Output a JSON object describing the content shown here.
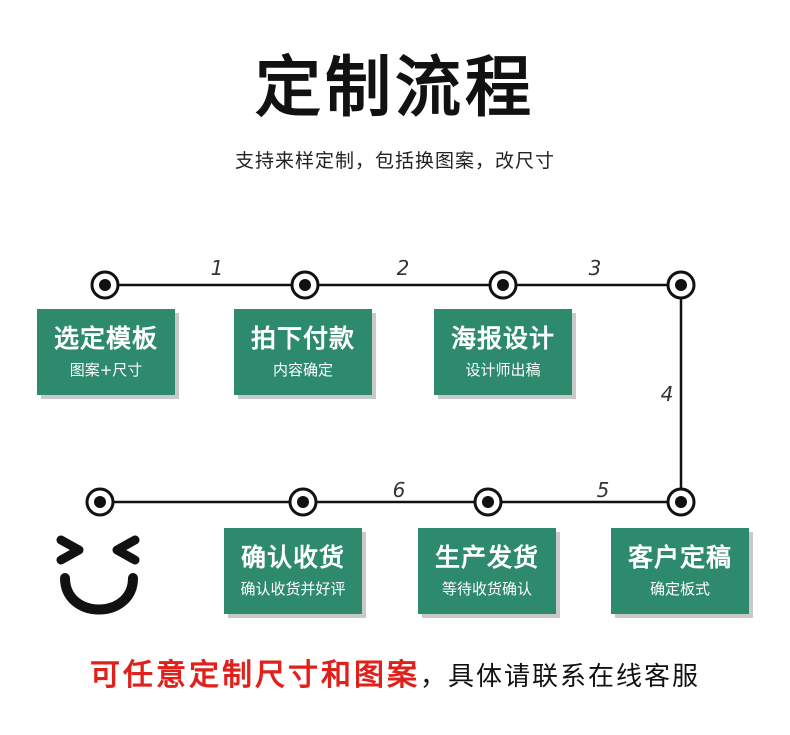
{
  "title": "定制流程",
  "subtitle": "支持来样定制，包括换图案，改尺寸",
  "step_numbers": [
    "1",
    "2",
    "3",
    "4",
    "5",
    "6"
  ],
  "steps": [
    {
      "main": "选定模板",
      "sub": "图案+尺寸"
    },
    {
      "main": "拍下付款",
      "sub": "内容确定"
    },
    {
      "main": "海报设计",
      "sub": "设计师出稿"
    },
    {
      "main": "客户定稿",
      "sub": "确定板式"
    },
    {
      "main": "生产发货",
      "sub": "等待收货确认"
    },
    {
      "main": "确认收货",
      "sub": "确认收货并好评"
    }
  ],
  "footer": {
    "highlight": "可任意定制尺寸和图案",
    "rest": "，具体请联系在线客服"
  },
  "colors": {
    "card": "#2d8a6c",
    "highlight": "#e0201b",
    "line": "#111111"
  },
  "icons": [
    "smiley-face-icon"
  ]
}
